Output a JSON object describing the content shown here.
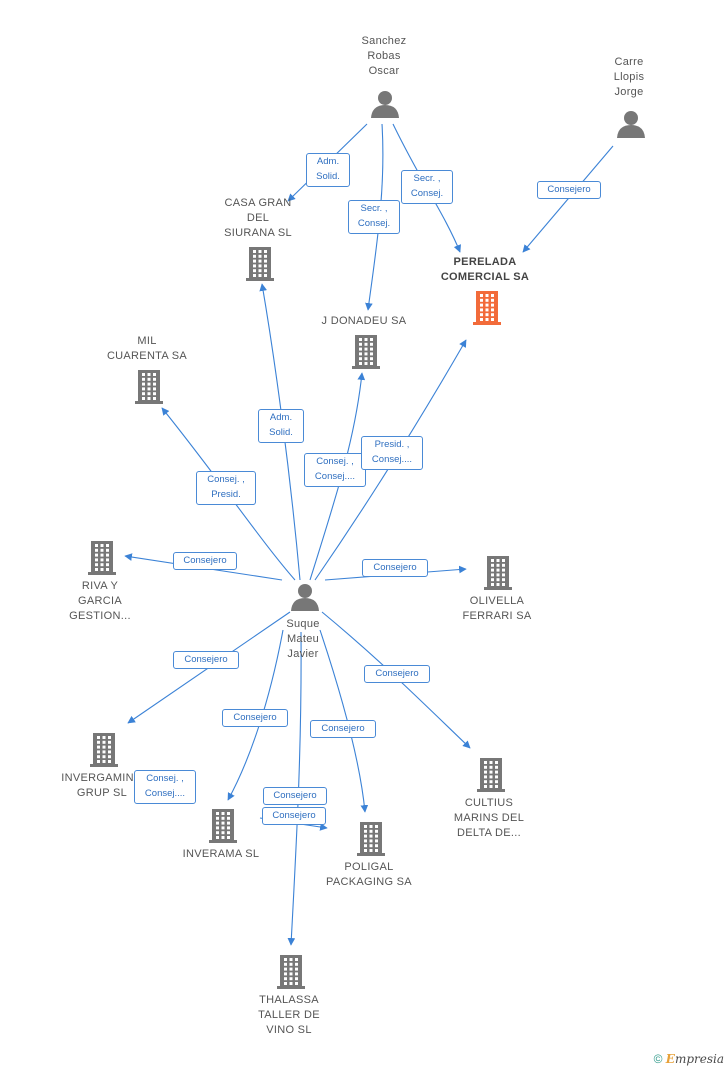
{
  "colors": {
    "edge": "#3b82d6",
    "building": "#777777",
    "building_main": "#f26b3a",
    "person": "#777777"
  },
  "nodes": [
    {
      "id": "sanchez",
      "type": "person",
      "label": "Sanchez\nRobas\nOscar"
    },
    {
      "id": "carre",
      "type": "person",
      "label": "Carre\nLlopis\nJorge"
    },
    {
      "id": "suque",
      "type": "person",
      "label": "Suque\nMateu\nJavier"
    },
    {
      "id": "perelada",
      "type": "company",
      "main": true,
      "label": "PERELADA\nCOMERCIAL SA"
    },
    {
      "id": "casagran",
      "type": "company",
      "label": "CASA GRAN\nDEL\nSIURANA SL"
    },
    {
      "id": "jdonadeu",
      "type": "company",
      "label": "J DONADEU SA"
    },
    {
      "id": "milcuarenta",
      "type": "company",
      "label": "MIL\nCUARENTA SA"
    },
    {
      "id": "riva",
      "type": "company",
      "label": "RIVA Y\nGARCIA\nGESTION..."
    },
    {
      "id": "olivella",
      "type": "company",
      "label": "OLIVELLA\nFERRARI SA"
    },
    {
      "id": "invergaming",
      "type": "company",
      "label": "INVERGAMING\nGRUP SL"
    },
    {
      "id": "cultius",
      "type": "company",
      "label": "CULTIUS\nMARINS DEL\nDELTA DE..."
    },
    {
      "id": "inverama",
      "type": "company",
      "label": "INVERAMA SL"
    },
    {
      "id": "poligal",
      "type": "company",
      "label": "POLIGAL\nPACKAGING SA"
    },
    {
      "id": "thalassa",
      "type": "company",
      "label": "THALASSA\nTALLER DE\nVINO SL"
    }
  ],
  "edges": [
    {
      "from": "sanchez",
      "to": "casagran",
      "label": "Adm.\nSolid."
    },
    {
      "from": "sanchez",
      "to": "jdonadeu",
      "label": "Secr. ,\nConsej."
    },
    {
      "from": "sanchez",
      "to": "perelada",
      "label": "Secr. ,\nConsej."
    },
    {
      "from": "carre",
      "to": "perelada",
      "label": "Consejero"
    },
    {
      "from": "suque",
      "to": "casagran",
      "label": "Adm.\nSolid."
    },
    {
      "from": "suque",
      "to": "jdonadeu",
      "label": "Consej. ,\nConsej...."
    },
    {
      "from": "suque",
      "to": "perelada",
      "label": "Presid. ,\nConsej...."
    },
    {
      "from": "suque",
      "to": "milcuarenta",
      "label": "Consej. ,\nPresid."
    },
    {
      "from": "suque",
      "to": "riva",
      "label": "Consejero"
    },
    {
      "from": "suque",
      "to": "olivella",
      "label": "Consejero"
    },
    {
      "from": "suque",
      "to": "invergaming",
      "label": "Consejero"
    },
    {
      "from": "suque",
      "to": "cultius",
      "label": "Consejero"
    },
    {
      "from": "suque",
      "to": "inverama",
      "label": "Consejero"
    },
    {
      "from": "suque",
      "to": "poligal",
      "label": "Consejero"
    },
    {
      "from": "suque",
      "to": "thalassa",
      "label": "Consejero"
    },
    {
      "from": "invergaming",
      "to": "inverama",
      "label": "Consej. ,\nConsej...."
    },
    {
      "from": "inverama",
      "to": "poligal",
      "label": "Consejero"
    }
  ],
  "footer": {
    "copyright": "©",
    "brand_initial": "E",
    "brand_rest": "mpresia"
  }
}
